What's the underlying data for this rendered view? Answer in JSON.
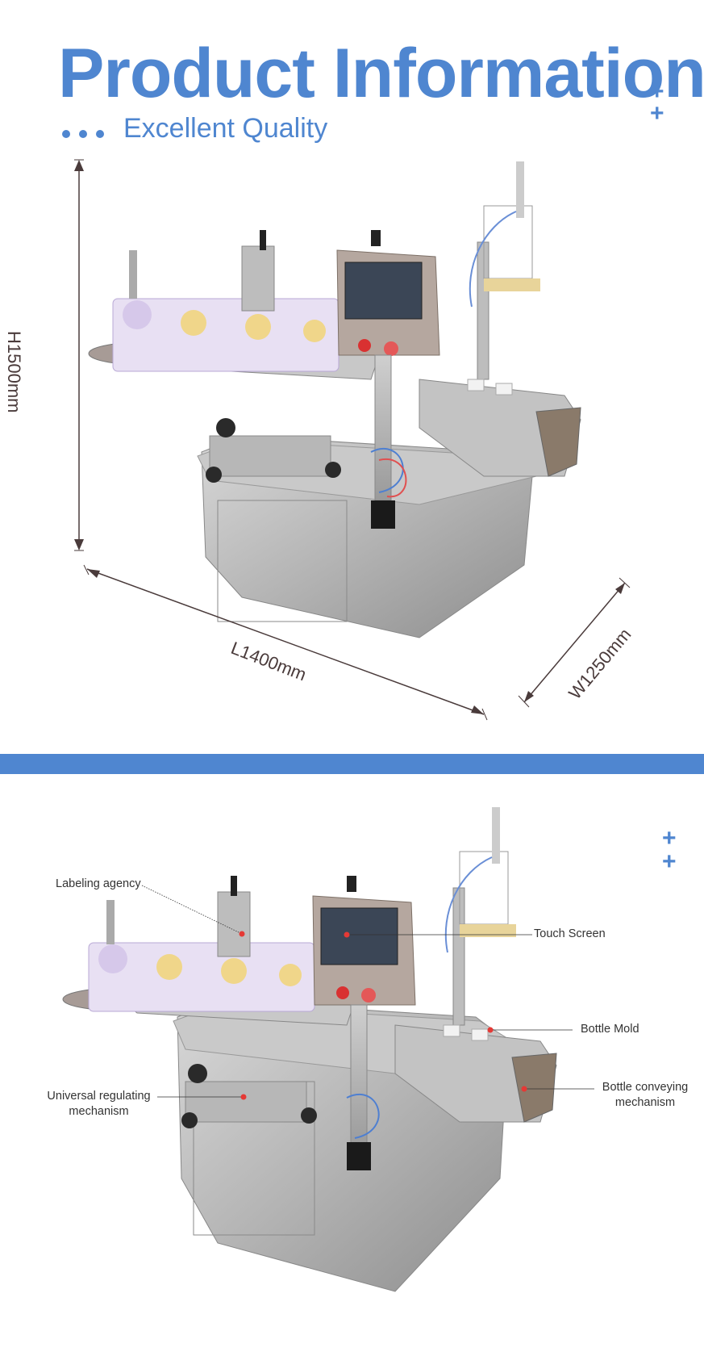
{
  "header": {
    "title": "Product Information",
    "subtitle": "Excellent Quality"
  },
  "dimensions": {
    "height": "H1500mm",
    "length": "L1400mm",
    "width": "W1250mm"
  },
  "callouts": {
    "labeling_agency": "Labeling agency",
    "touch_screen": "Touch Screen",
    "bottle_mold": "Bottle Mold",
    "universal_line1": "Universal regulating",
    "universal_line2": "mechanism",
    "conveying_line1": "Bottle conveying",
    "conveying_line2": "mechanism"
  },
  "colors": {
    "accent": "#4f86d0",
    "steel": "#b9b9b9",
    "callout_dot": "#e53935"
  }
}
